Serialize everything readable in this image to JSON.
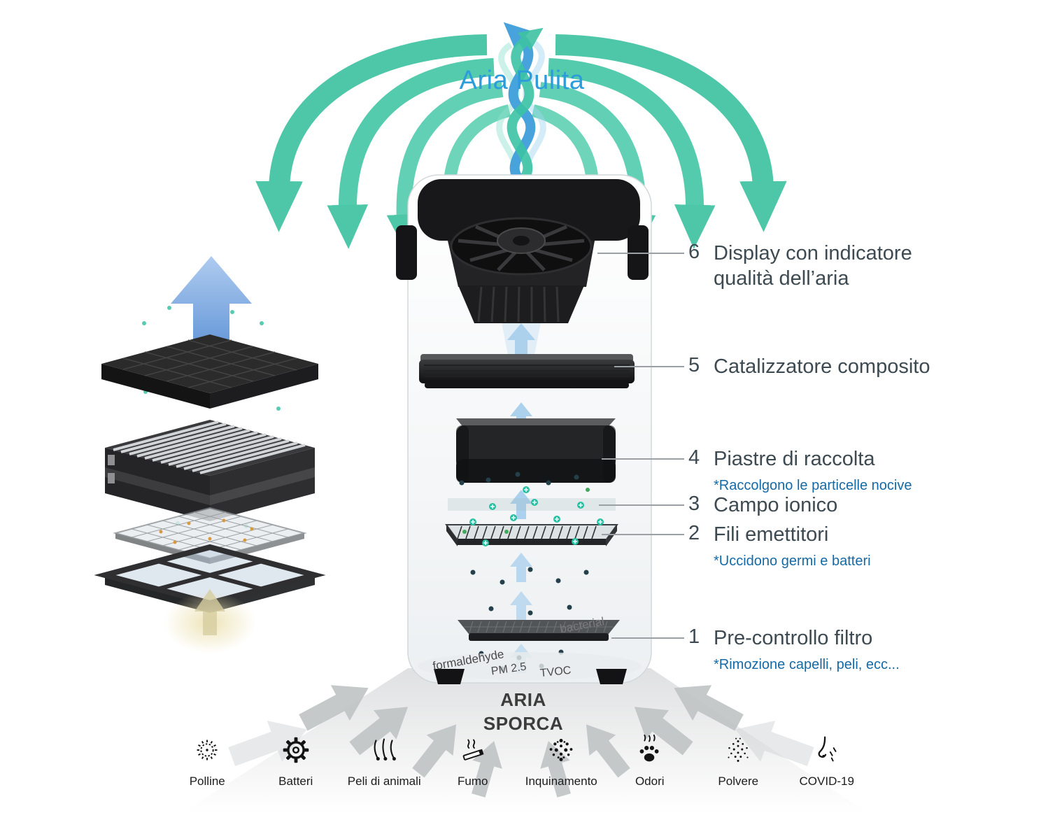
{
  "title": "Aria Pulita",
  "dirty_air": {
    "line1": "ARIA",
    "line2": "SPORCA"
  },
  "device_text": {
    "bacterial": "bacterial",
    "formaldehyde": "formaldehyde",
    "pm25": "PM 2.5",
    "tvoc": "TVOC"
  },
  "callouts": [
    {
      "num": "6",
      "label": "Display con indicatore qualità dell’aria",
      "note": ""
    },
    {
      "num": "5",
      "label": "Catalizzatore composito",
      "note": ""
    },
    {
      "num": "4",
      "label": "Piastre di raccolta",
      "note": "*Raccolgono le particelle nocive"
    },
    {
      "num": "3",
      "label": "Campo ionico",
      "note": ""
    },
    {
      "num": "2",
      "label": "Fili emettitori",
      "note": "*Uccidono germi e batteri"
    },
    {
      "num": "1",
      "label": "Pre-controllo filtro",
      "note": "*Rimozione capelli, peli, ecc..."
    }
  ],
  "pollutants": [
    {
      "label": "Polline",
      "icon": "pollen-icon"
    },
    {
      "label": "Batteri",
      "icon": "bacteria-icon"
    },
    {
      "label": "Peli di animali",
      "icon": "animal-hair-icon"
    },
    {
      "label": "Fumo",
      "icon": "smoke-icon"
    },
    {
      "label": "Inquinamento",
      "icon": "pollution-icon"
    },
    {
      "label": "Odori",
      "icon": "odor-icon"
    },
    {
      "label": "Polvere",
      "icon": "dust-icon"
    },
    {
      "label": "COVID-19",
      "icon": "virus-icon"
    }
  ],
  "colors": {
    "clean_air_blue": "#2D9CDB",
    "arrow_teal": "#3FC3A2",
    "label_slate": "#3D4A52",
    "note_blue": "#156AA6",
    "dirty_air_gray": "#BFC3C5"
  }
}
